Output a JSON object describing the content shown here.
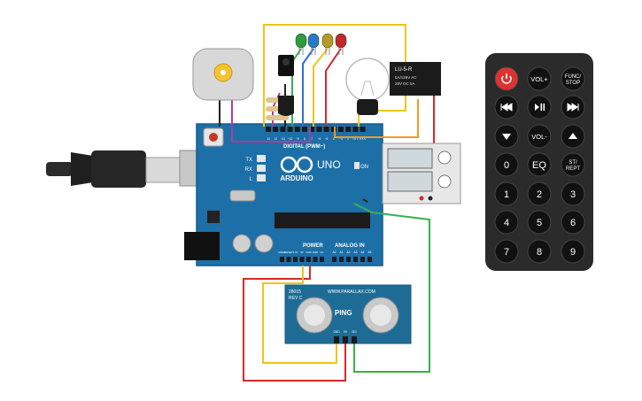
{
  "arduino": {
    "brand": "ARDUINO",
    "model": "UNO",
    "on_label": "ON",
    "tx_label": "TX",
    "rx_label": "RX",
    "l_label": "L",
    "digital_header": "DIGITAL (PWM~)",
    "power_header": "POWER",
    "analog_header": "ANALOG IN",
    "aref": "AREF",
    "gnd": "GND",
    "digital_pins": [
      "13",
      "12",
      "~11",
      "~10",
      "~9",
      "8",
      "7",
      "~6",
      "~5",
      "4",
      "~3",
      "2",
      "TX 1",
      "RX 0"
    ],
    "power_pins": [
      "IOREF",
      "RESET",
      "3.3V",
      "5V",
      "GND",
      "GND",
      "Vin"
    ],
    "analog_pins": [
      "A0",
      "A1",
      "A2",
      "A3",
      "A4",
      "A5"
    ]
  },
  "relay": {
    "model": "LU-5-R",
    "rating_1": "5A/125V AC",
    "rating_2": "28V DC 5A"
  },
  "ultrasonic": {
    "model_line": "28015",
    "rev": "REV C",
    "url": "WWW.PARALLAX.COM",
    "brand": "PING",
    "pins": [
      "GND",
      "5V",
      "SIG"
    ]
  },
  "remote": {
    "buttons": [
      "power",
      "VOL+",
      "FUNC/STOP",
      "prev",
      "play-pause",
      "next",
      "down",
      "VOL-",
      "up",
      "0",
      "EQ",
      "ST/REPT",
      "1",
      "2",
      "3",
      "4",
      "5",
      "6",
      "7",
      "8",
      "9"
    ],
    "labels": {
      "vol_up": "VOL+",
      "func": "FUNC/",
      "stop": "STOP",
      "vol_down": "VOL-",
      "eq": "EQ",
      "st": "ST/",
      "rept": "REPT",
      "d0": "0",
      "d1": "1",
      "d2": "2",
      "d3": "3",
      "d4": "4",
      "d5": "5",
      "d6": "6",
      "d7": "7",
      "d8": "8",
      "d9": "9"
    }
  },
  "led_colors": [
    "#2e9c3a",
    "#2a78c8",
    "#b39a28",
    "#c0282a"
  ],
  "wire_colors": {
    "red": "#d52a2a",
    "yellow": "#f0c419",
    "green": "#35b24a",
    "orange": "#f29a1d",
    "purple": "#b03a9e",
    "black": "#222222",
    "blue": "#2f6fd6"
  }
}
